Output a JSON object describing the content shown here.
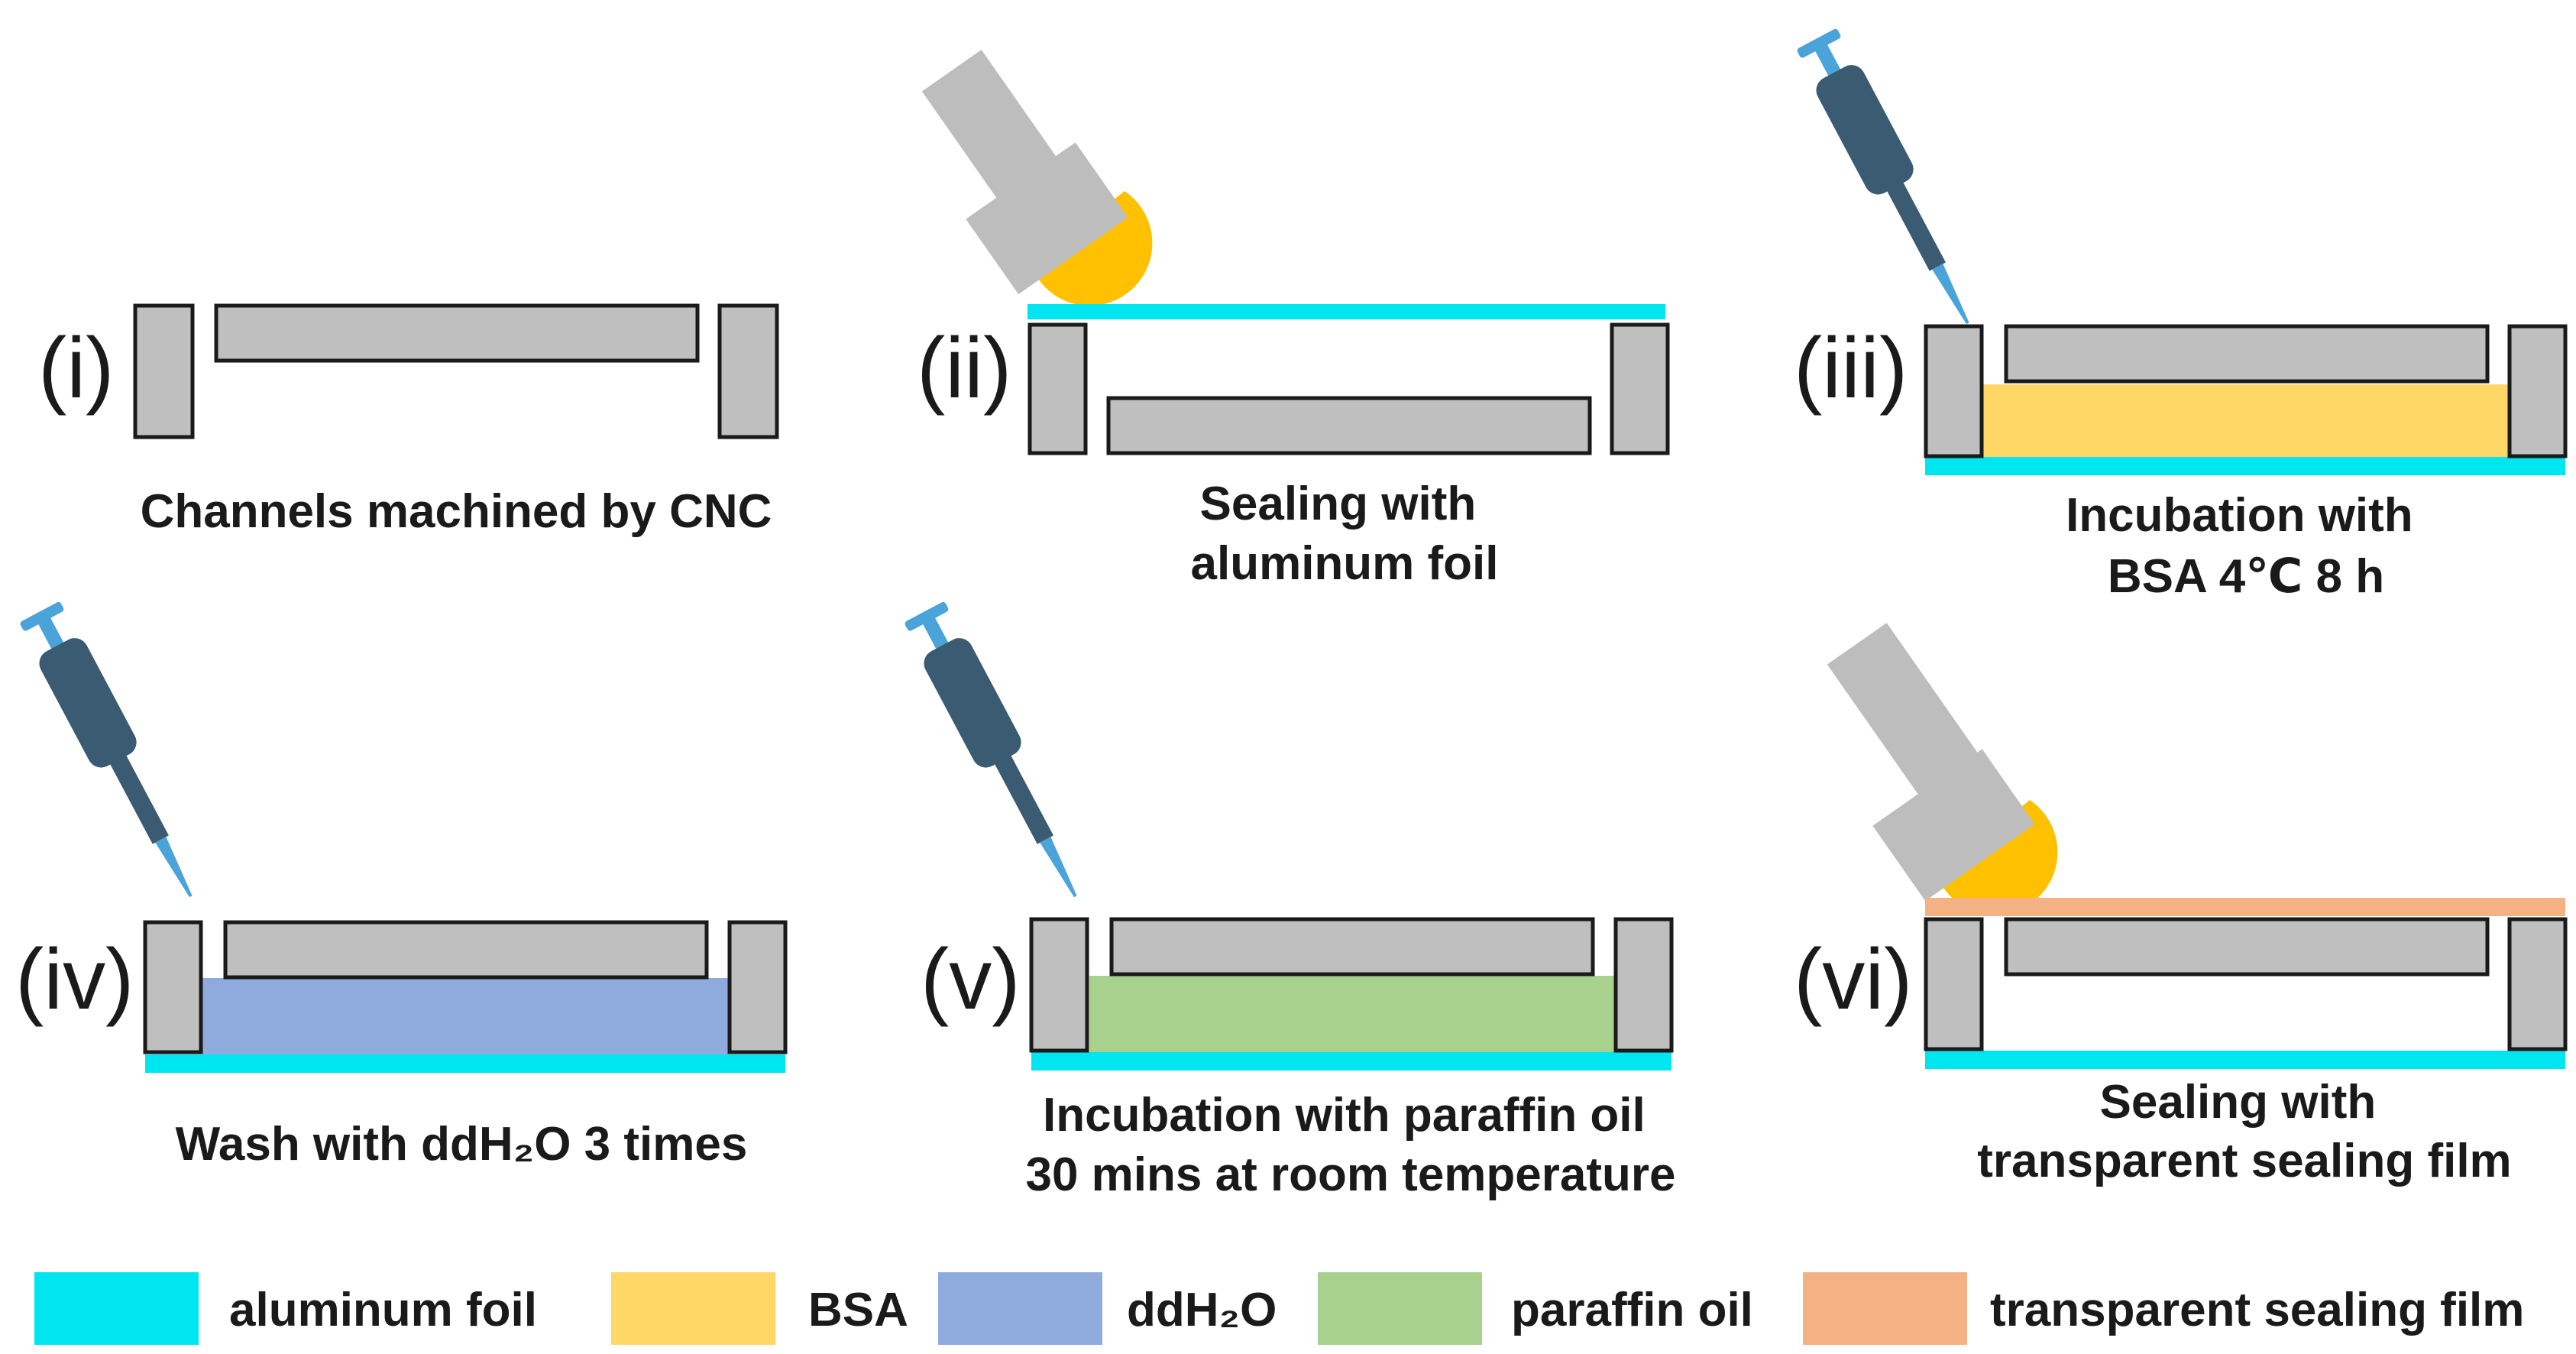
{
  "colors": {
    "aluminum_foil": "#00e6f0",
    "bsa": "#ffd766",
    "ddh2o": "#8faadc",
    "paraffin_oil": "#a9d18e",
    "sealing_film": "#f4b183",
    "channel_block": "#bfbfbf",
    "outline": "#1a1a1a",
    "pipette": "#3b5b73",
    "pipette_tip": "#4aa3d9",
    "roller": "#bdbdbd",
    "roller_ball": "#ffc000"
  },
  "panels": [
    {
      "num": "(i)",
      "caption": [
        "Channels machined by CNC"
      ]
    },
    {
      "num": "(ii)",
      "caption": [
        "Sealing with",
        "aluminum foil"
      ]
    },
    {
      "num": "(iii)",
      "caption": [
        "Incubation with",
        "BSA 4℃ 8 h"
      ]
    },
    {
      "num": "(iv)",
      "caption": [
        "Wash with ddH₂O 3 times"
      ]
    },
    {
      "num": "(v)",
      "caption": [
        "Incubation with paraffin oil",
        "30 mins at room temperature"
      ]
    },
    {
      "num": "(vi)",
      "caption": [
        "Sealing with",
        "transparent sealing film"
      ]
    }
  ],
  "legend": [
    {
      "label": "aluminum foil",
      "color": "#00e6f0"
    },
    {
      "label": "BSA",
      "color": "#ffd766"
    },
    {
      "label": "ddH₂O",
      "color": "#8faadc"
    },
    {
      "label": "paraffin oil",
      "color": "#a9d18e"
    },
    {
      "label": "transparent sealing film",
      "color": "#f4b183"
    }
  ]
}
